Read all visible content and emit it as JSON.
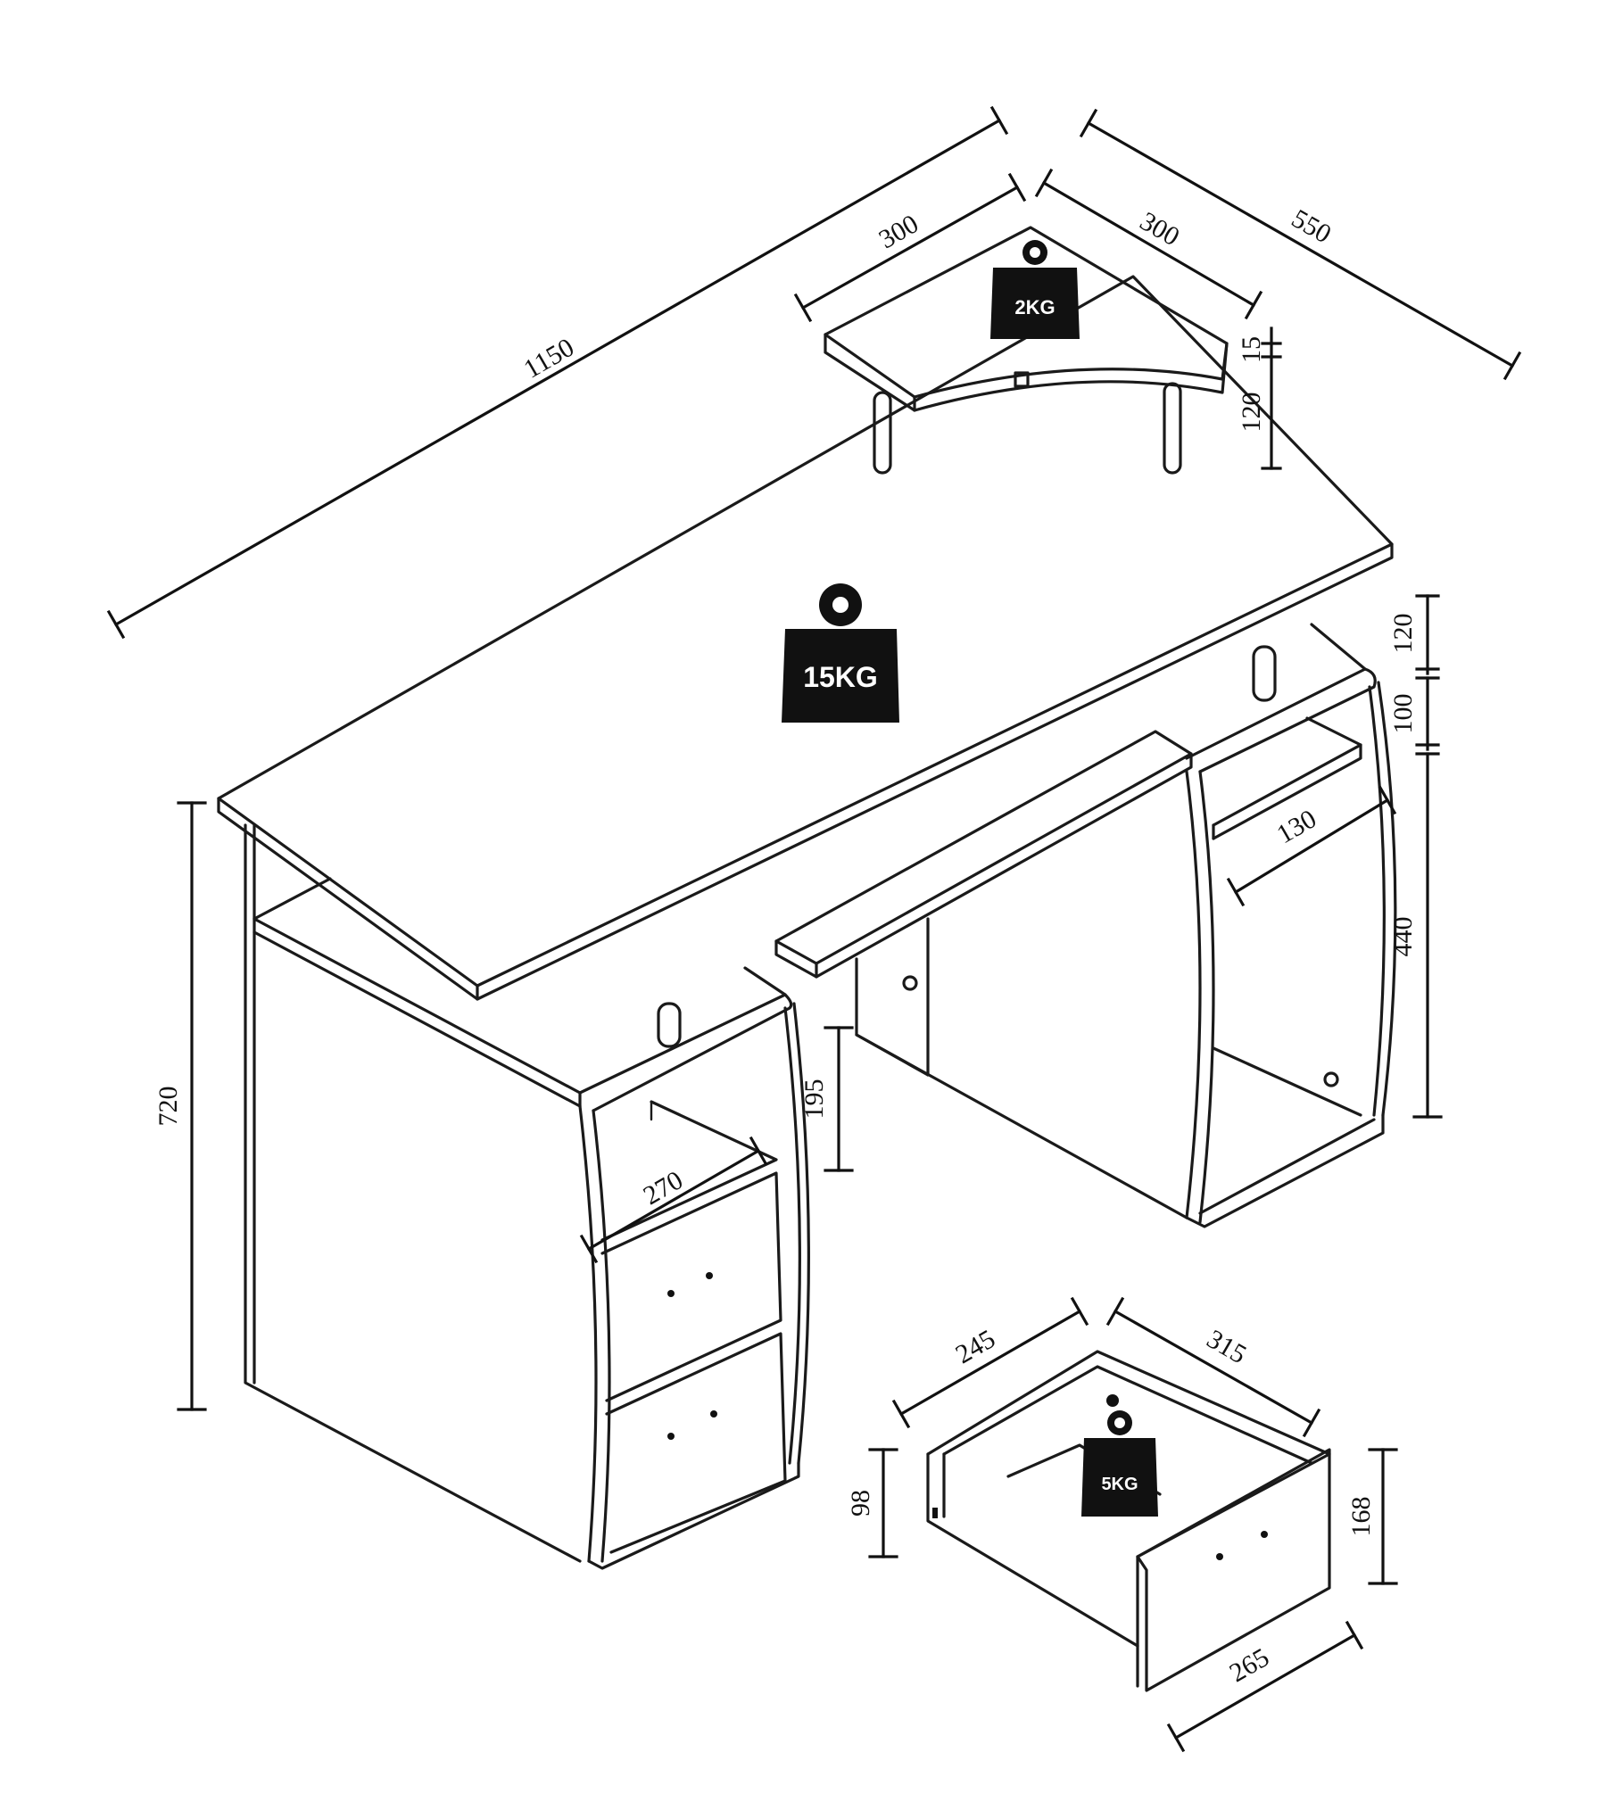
{
  "dimensions": {
    "desk_width": "1150",
    "shelf_side_a": "300",
    "shelf_side_b": "300",
    "desk_depth": "550",
    "shelf_thickness": "15",
    "shelf_height": "120",
    "top_gap": "120",
    "upper_shelf_gap": "100",
    "cpu_depth": "130",
    "cpu_height": "440",
    "desk_height": "720",
    "keyboard_clearance": "195",
    "cabinet_depth": "270",
    "drawer_depth_side": "245",
    "drawer_width": "315",
    "drawer_inner_height": "98",
    "drawer_front_height": "168",
    "drawer_front_width": "265"
  },
  "weights": {
    "shelf_load": "2KG",
    "desk_load": "15KG",
    "drawer_load": "5KG"
  }
}
